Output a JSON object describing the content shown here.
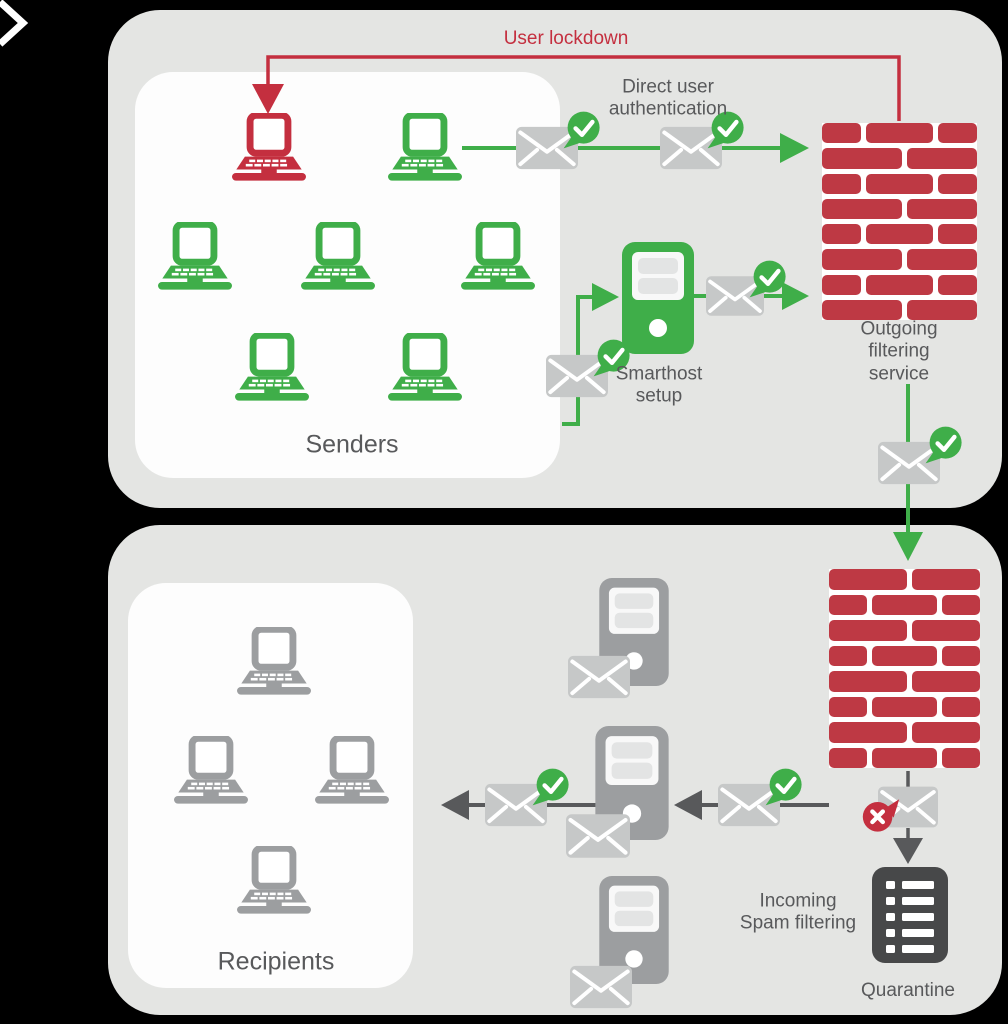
{
  "colors": {
    "background": "#000000",
    "panel": "#e4e5e3",
    "card": "#fdfdfd",
    "green": "#3fae49",
    "brick_red": "#be3944",
    "alert_red": "#c42f3f",
    "envelope_gray": "#c6c8c8",
    "server_gray": "#9c9ea0",
    "dark_gray": "#58595b",
    "quarantine_dark": "#474849",
    "white": "#ffffff"
  },
  "labels": {
    "user_lockdown": "User lockdown",
    "direct_user_authentication": "Direct user\nauthentication",
    "senders": "Senders",
    "smarthost": "Smarthost\nsetup",
    "outgoing_filtering": "Outgoing filtering\nservice",
    "recipients": "Recipients",
    "incoming_spam_filtering": "Incoming\nSpam filtering",
    "quarantine": "Quarantine"
  },
  "walls": {
    "outgoing": {
      "rows": [
        "sbs",
        "bb",
        "sbs",
        "bb",
        "sbs",
        "bb",
        "sbs",
        "bb"
      ]
    },
    "incoming": {
      "rows": [
        "bb",
        "sbs",
        "bb",
        "sbs",
        "bb",
        "sbs",
        "bb",
        "sbs"
      ]
    }
  },
  "senders_group": {
    "blocked_laptops": 1,
    "allowed_laptops": 6
  },
  "recipients_group": {
    "laptops": 4
  },
  "mail_flow": {
    "approved_messages": 7,
    "plain_messages": 3,
    "rejected_messages": 1
  },
  "icons": {
    "chevron-right-icon": "white carousel chevron, top-left corner",
    "laptop-icon": "notebook computer glyph",
    "server-icon": "tower server with two slots and LED",
    "envelope-icon": "mail envelope",
    "check-badge-icon": "green speech bubble with white checkmark",
    "x-badge-icon": "red speech bubble with white x",
    "firewall-icon": "red brick wall",
    "quarantine-icon": "dark document with list lines"
  }
}
